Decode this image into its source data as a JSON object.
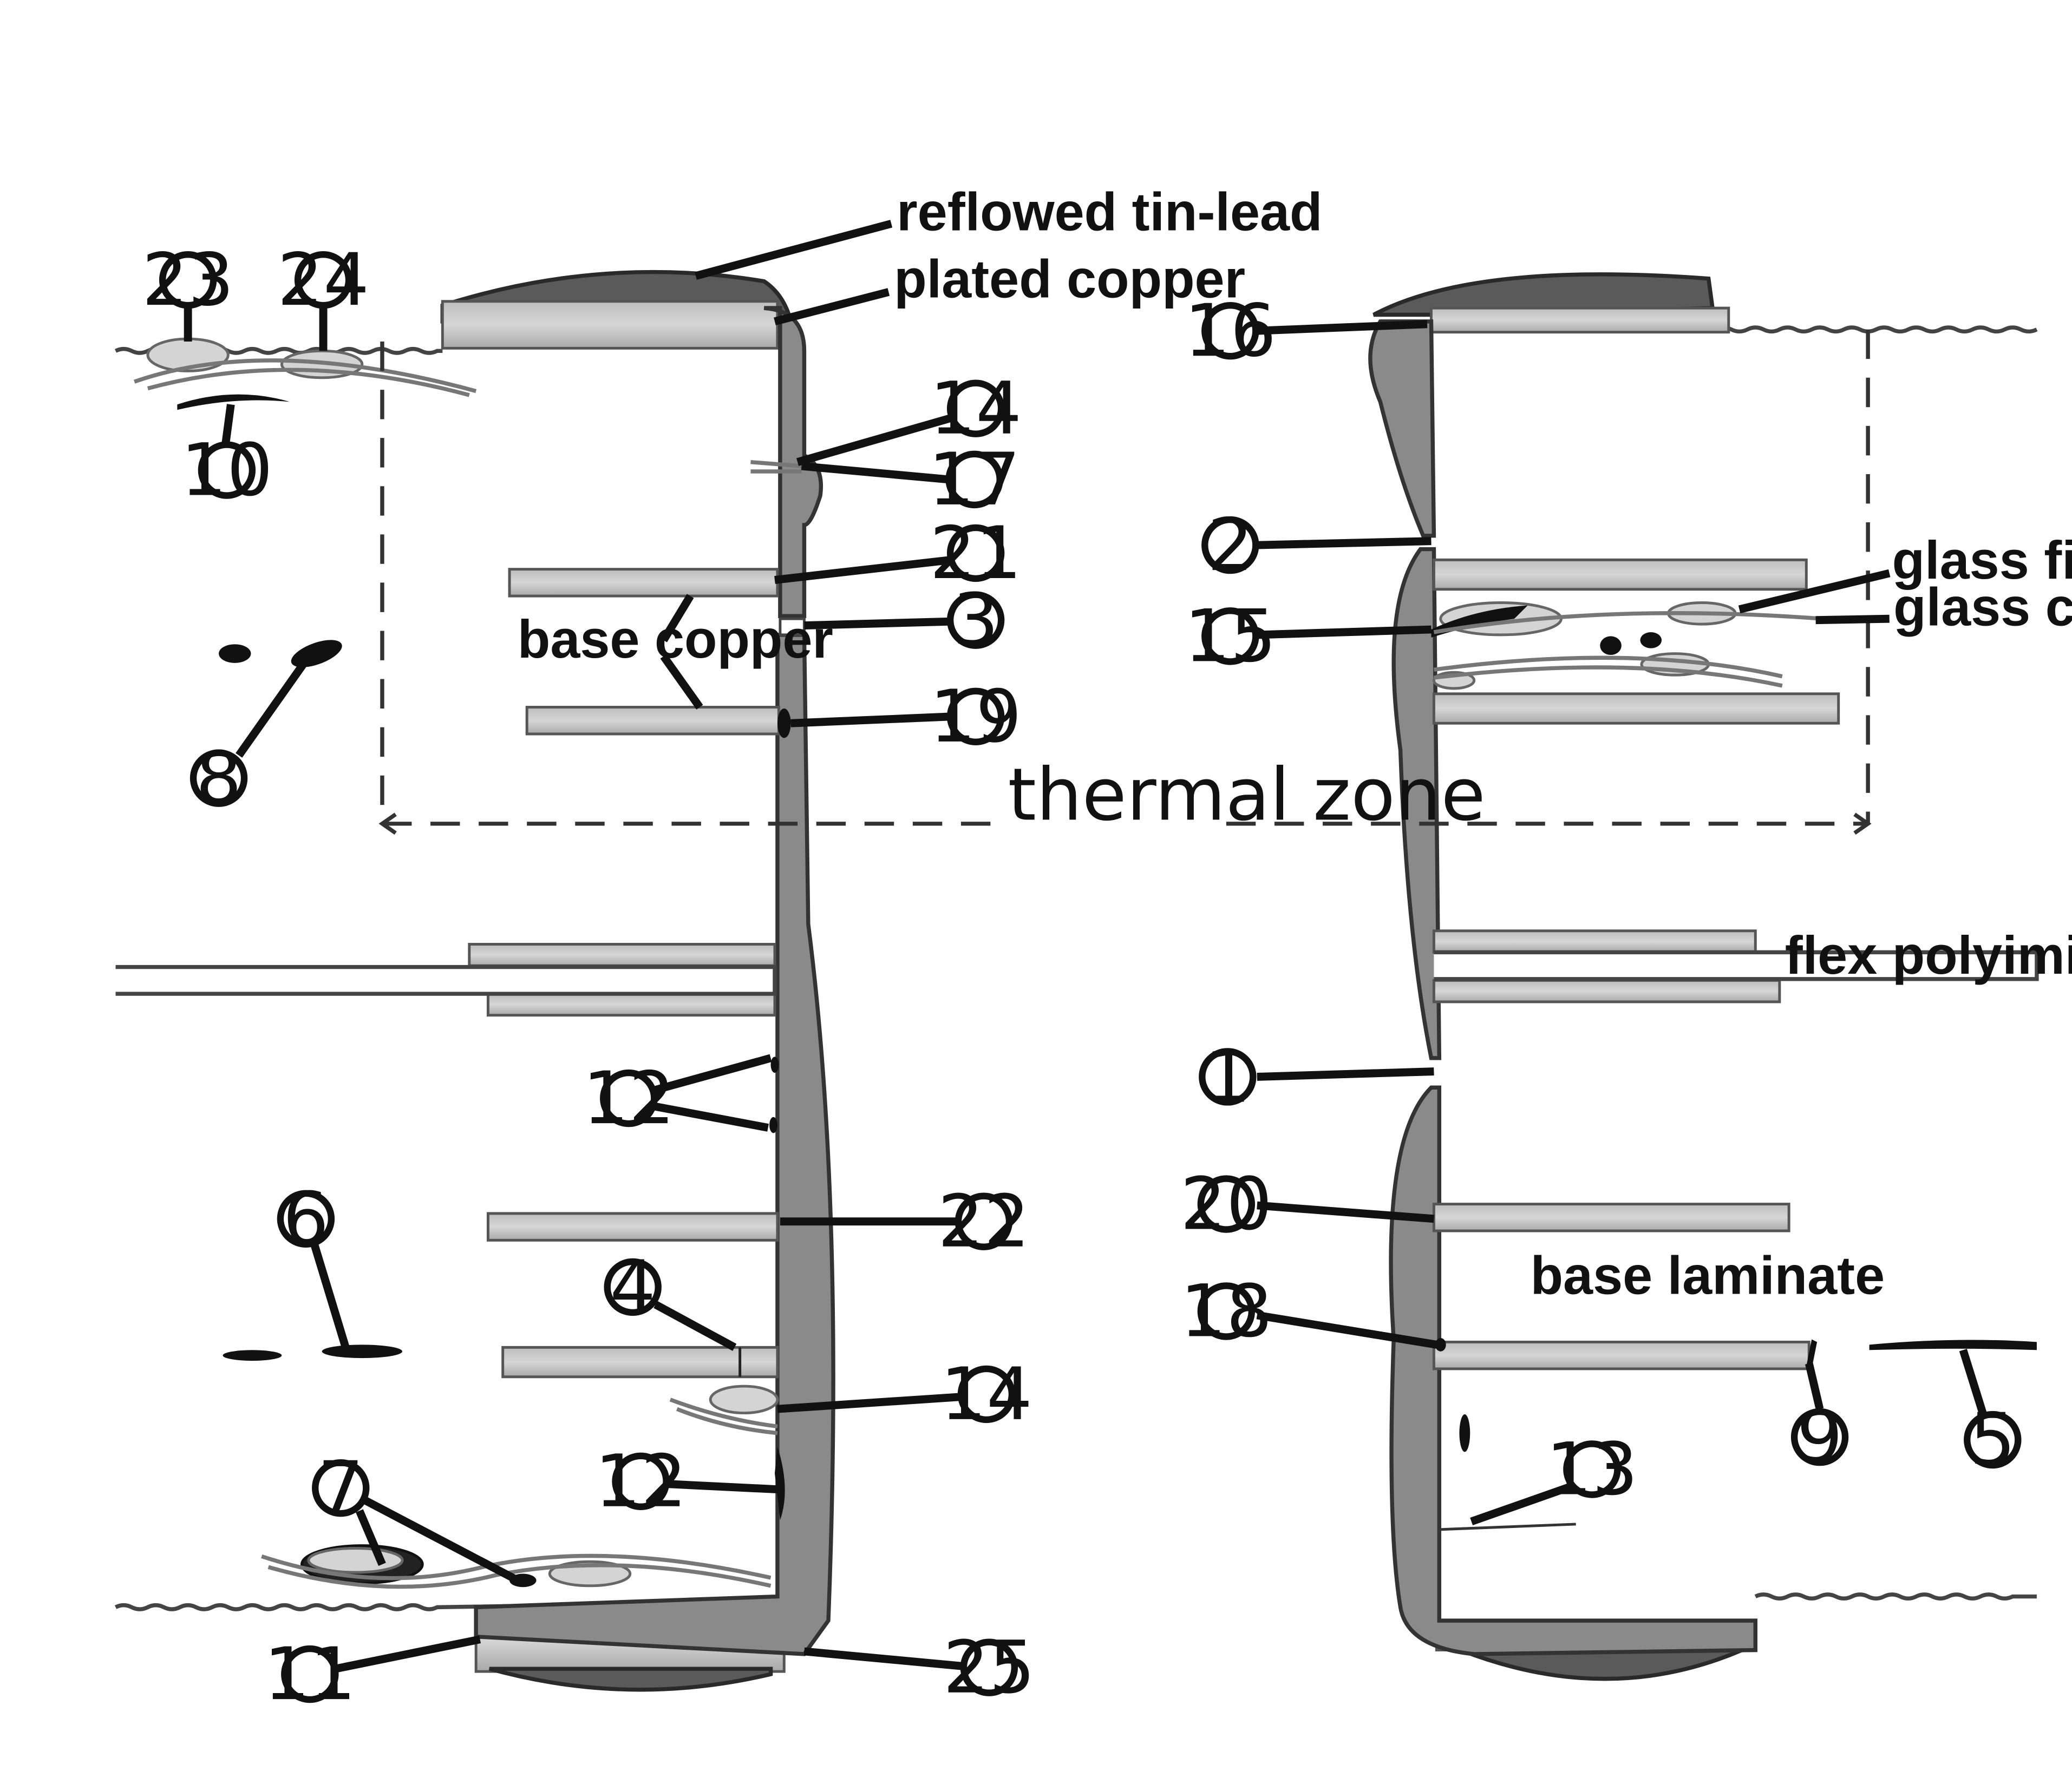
{
  "labels": {
    "reflowed_tin_lead": "reflowed tin-lead",
    "plated_copper": "plated copper",
    "base_copper": "base copper",
    "thermal_zone": "thermal zone",
    "glass_fibers": "glass fibers",
    "glass_cloth": "glass cloth",
    "flex_polyimide": "flex polyimide",
    "base_laminate": "base laminate"
  },
  "callouts": {
    "c1": "1",
    "c2": "2",
    "c3": "3",
    "c4": "4",
    "c5": "5",
    "c6": "6",
    "c7": "7",
    "c8": "8",
    "c9": "9",
    "c10": "10",
    "c11": "11",
    "c12a": "12",
    "c12b": "12",
    "c13": "13",
    "c14a": "14",
    "c14b": "14",
    "c15": "15",
    "c16": "16",
    "c17": "17",
    "c18": "18",
    "c19": "19",
    "c20": "20",
    "c21": "21",
    "c22": "22",
    "c23": "23",
    "c24": "24",
    "c25": "25"
  }
}
